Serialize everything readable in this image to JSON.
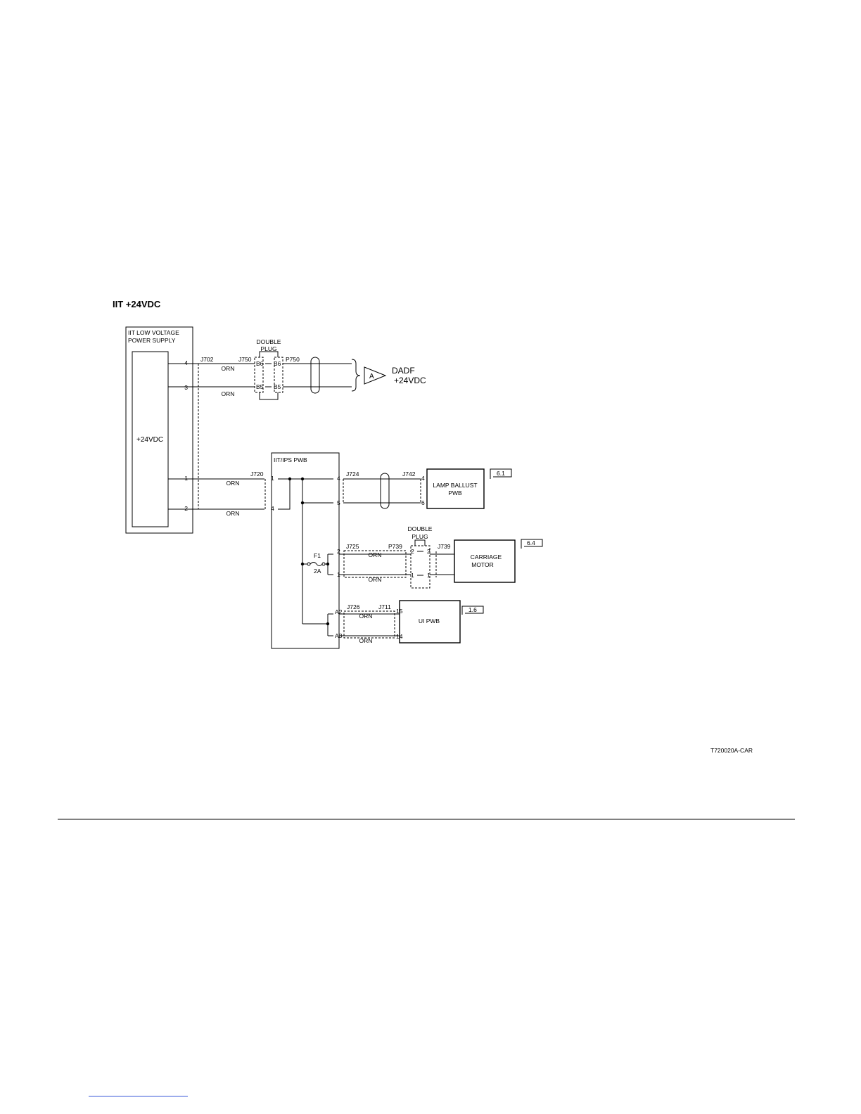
{
  "title": "IIT +24VDC",
  "figure_id": "T720020A-CAR",
  "power_supply": {
    "label_line1": "IIT LOW VOLTAGE",
    "label_line2": "POWER SUPPLY",
    "inner_label": "+24VDC",
    "pins": [
      "4",
      "3",
      "1",
      "2"
    ]
  },
  "connectors": {
    "j702": "J702",
    "j750": "J750",
    "p750": "P750",
    "j720": "J720",
    "j724": "J724",
    "j742": "J742",
    "j725": "J725",
    "p739": "P739",
    "j739": "J739",
    "j726": "J726",
    "j711": "J711"
  },
  "double_plug_1": {
    "line1": "DOUBLE",
    "line2": "PLUG",
    "pins_left": [
      "B6",
      "B5"
    ],
    "pins_right": [
      "B6",
      "B5"
    ]
  },
  "double_plug_2": {
    "line1": "DOUBLE",
    "line2": "PLUG",
    "pins_left": [
      "2",
      "1"
    ],
    "pins_right": [
      "2",
      "1"
    ]
  },
  "wire_color": "ORN",
  "dadf": {
    "marker": "A",
    "line1": "DADF",
    "line2": "+24VDC"
  },
  "iit_ips_pwb": {
    "label": "IIT/IPS PWB",
    "pins_in": [
      "1",
      "4"
    ],
    "pins_out": [
      "4",
      "5",
      "2",
      "1",
      "A2",
      "A3"
    ]
  },
  "fuse": {
    "name": "F1",
    "rating": "2A"
  },
  "lamp_ballast": {
    "line1": "LAMP BALLUST",
    "line2": "PWB",
    "pins": [
      "4",
      "6"
    ],
    "ref": "6.1"
  },
  "carriage_motor": {
    "line1": "CARRIAGE",
    "line2": "MOTOR",
    "ref": "6.4"
  },
  "ui_pwb": {
    "label": "UI PWB",
    "pins": [
      "15",
      "14"
    ],
    "ref": "1.6"
  }
}
